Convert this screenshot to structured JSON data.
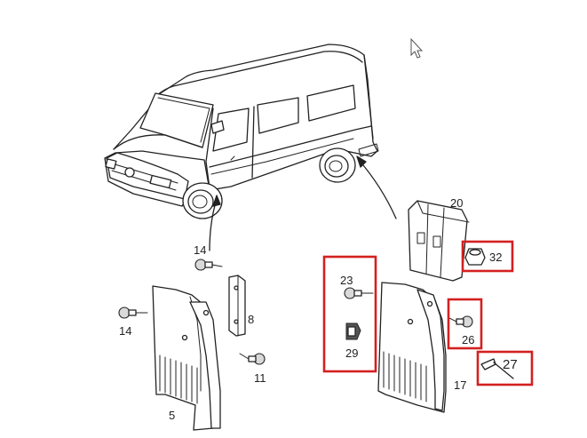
{
  "callouts": {
    "c14_top": "14",
    "c14_left": "14",
    "c8": "8",
    "c11": "11",
    "c5": "5",
    "c20": "20",
    "c32": "32",
    "c23": "23",
    "c29": "29",
    "c26": "26",
    "c27": "27",
    "c17": "17"
  },
  "colors": {
    "line": "#222222",
    "highlight": "#d42020",
    "background": "#ffffff"
  },
  "icons": {
    "cursor": "mouse-pointer-icon"
  }
}
